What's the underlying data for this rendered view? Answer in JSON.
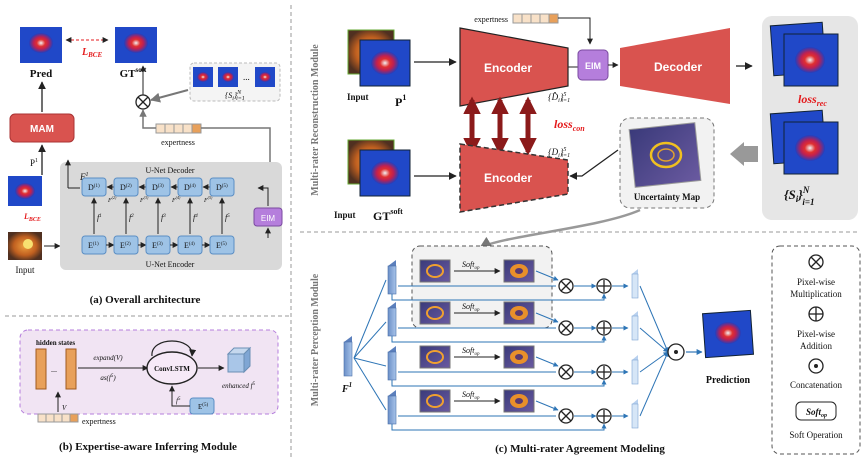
{
  "panel_a": {
    "caption": "(a) Overall architecture",
    "pred_label": "Pred",
    "lbce_top": "L",
    "lbce_top_sub": "BCE",
    "gt_label": "GT",
    "gt_sup": "soft",
    "mam": "MAM",
    "p1": "P",
    "p1_sup": "1",
    "lbce_left": "L",
    "lbce_left_sub": "BCE",
    "input_label": "Input",
    "decoder_title": "U-Net Decoder",
    "encoder_title": "U-Net Encoder",
    "eim": "EIM",
    "expertness": "expertness",
    "F1": "F",
    "F1_sup": "1",
    "si_set": "{S",
    "si_sub": "i",
    "si_end": "}",
    "si_range": "N",
    "si_from": "i=1",
    "dec_blocks": [
      "D",
      "D",
      "D",
      "D",
      "D"
    ],
    "dec_sups": [
      "(1)",
      "(2)",
      "(3)",
      "(4)",
      "(5)"
    ],
    "enc_blocks": [
      "E",
      "E",
      "E",
      "E",
      "E"
    ],
    "enc_sups": [
      "(1)",
      "(2)",
      "(3)",
      "(4)",
      "(5)"
    ],
    "dec_feat": [
      "F",
      "F",
      "F",
      "F"
    ],
    "dec_feat_sups": [
      "(2)",
      "(3)",
      "(4)",
      "(5)"
    ],
    "enc_feat": [
      "f",
      "f",
      "f",
      "f",
      "f"
    ],
    "enc_feat_sups": [
      "1",
      "2",
      "3",
      "4",
      "5"
    ],
    "dots": "..."
  },
  "panel_b": {
    "caption": "(b) Expertise-aware Inferring Module",
    "hidden_states": "hidden states",
    "dots": "...",
    "expand": "expand(V)",
    "as": "as(f",
    "as_sup": "5",
    "as_end": ")",
    "convlstm": "ConvLSTM",
    "enhanced": "enhanced f",
    "enhanced_sup": "5",
    "f5": "f",
    "f5_sup": "5",
    "e5": "E",
    "e5_sup": "(5)",
    "v": "V",
    "expertness": "expertness"
  },
  "panel_reconstruction": {
    "side_title": "Multi-rater Reconstruction Module",
    "expertness": "expertness",
    "encoder_top": "Encoder",
    "eim": "EIM",
    "decoder": "Decoder",
    "input1": "Input",
    "p1": "P",
    "p1_sup": "1",
    "di_hat": "{D̂",
    "di_sub": "i",
    "di_end": "}",
    "di_sup": "5",
    "di_from": "i=1",
    "loss_con": "loss",
    "loss_con_sub": "con",
    "encoder_bottom": "Encoder",
    "input2": "Input",
    "gt": "GT",
    "gt_sup": "soft",
    "d_set": "{D",
    "d_sub": "i",
    "d_end": "}",
    "d_sup": "5",
    "d_from": "i=1",
    "uncertainty": "Uncertainty Map",
    "loss_rec": "loss",
    "loss_rec_sub": "rec",
    "si_set": "{S",
    "si_sub": "i",
    "si_end": "}",
    "si_sup": "N",
    "si_from": "i=1"
  },
  "panel_c": {
    "side_title": "Multi-rater Perception Module",
    "caption": "(c) Multi-rater Agreement Modeling",
    "F1": "F",
    "F1_sup": "1",
    "soft_op": [
      "Soft",
      "Soft",
      "Soft",
      "Soft"
    ],
    "soft_op_sub": [
      "op",
      "op",
      "op",
      "op"
    ],
    "prediction": "Prediction"
  },
  "legend": {
    "items": [
      {
        "symbol": "⊗",
        "label": "Pixel-wise Multiplication",
        "line1": "Pixel-wise",
        "line2": "Multiplication"
      },
      {
        "symbol": "⊕",
        "label": "Pixel-wise Addition",
        "line1": "Pixel-wise",
        "line2": "Addition"
      },
      {
        "symbol": "⊙",
        "label": "Concatenation",
        "line1": "Concatenation",
        "line2": ""
      },
      {
        "symbol": "Soft",
        "label": "Soft Operation",
        "line1": "Soft Operation",
        "line2": ""
      }
    ],
    "soft_sub": "op"
  },
  "colors": {
    "red_block": "#d9534f",
    "eim_purple": "#b57edc",
    "blue_block": "#9ec3e6",
    "gray_panel": "#d9d9d9",
    "pink_panel": "#f1e4f3",
    "orange_cell": "#e8a05a",
    "dark_red_arrow": "#8b1a1a",
    "loss_red": "#e41a1c"
  }
}
